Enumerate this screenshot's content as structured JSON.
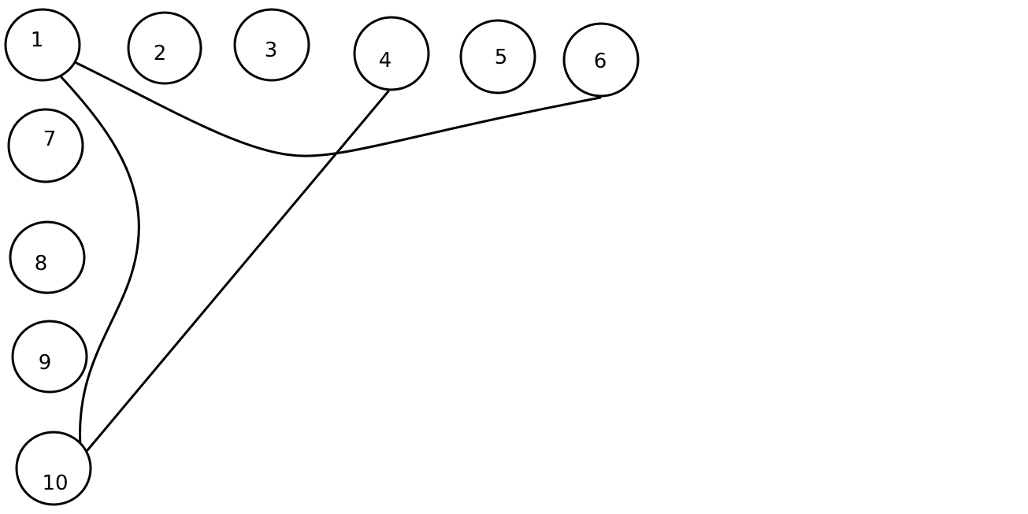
{
  "diagram": {
    "nodes": [
      {
        "id": "1",
        "label": "1"
      },
      {
        "id": "2",
        "label": "2"
      },
      {
        "id": "3",
        "label": "3"
      },
      {
        "id": "4",
        "label": "4"
      },
      {
        "id": "5",
        "label": "5"
      },
      {
        "id": "6",
        "label": "6"
      },
      {
        "id": "7",
        "label": "7"
      },
      {
        "id": "8",
        "label": "8"
      },
      {
        "id": "9",
        "label": "9"
      },
      {
        "id": "10",
        "label": "10"
      }
    ],
    "edges": [
      {
        "from": "1",
        "to": "6"
      },
      {
        "from": "1",
        "to": "10"
      },
      {
        "from": "4",
        "to": "10"
      }
    ],
    "colors": {
      "stroke": "#000000",
      "background": "#ffffff"
    }
  }
}
